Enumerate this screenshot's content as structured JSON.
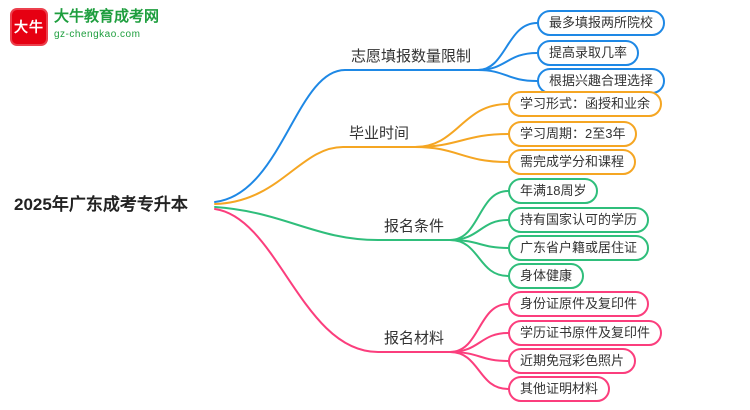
{
  "logo": {
    "mark_text": "大牛",
    "title": "大牛教育成考网",
    "domain": "gz-chengkao.com",
    "mark_color": "#e60012",
    "text_color": "#1e9e3e"
  },
  "root": {
    "label": "2025年广东成考专升本"
  },
  "branches": [
    {
      "label": "志愿填报数量限制",
      "color": "#1e88e5",
      "children": [
        "最多填报两所院校",
        "提高录取几率",
        "根据兴趣合理选择"
      ]
    },
    {
      "label": "毕业时间",
      "color": "#f5a623",
      "children": [
        "学习形式：函授和业余",
        "学习周期：2至3年",
        "需完成学分和课程"
      ]
    },
    {
      "label": "报名条件",
      "color": "#2fbe7b",
      "children": [
        "年满18周岁",
        "持有国家认可的学历",
        "广东省户籍或居住证",
        "身体健康"
      ]
    },
    {
      "label": "报名材料",
      "color": "#fb3e7d",
      "children": [
        "身份证原件及复印件",
        "学历证书原件及复印件",
        "近期免冠彩色照片",
        "其他证明材料"
      ]
    }
  ]
}
